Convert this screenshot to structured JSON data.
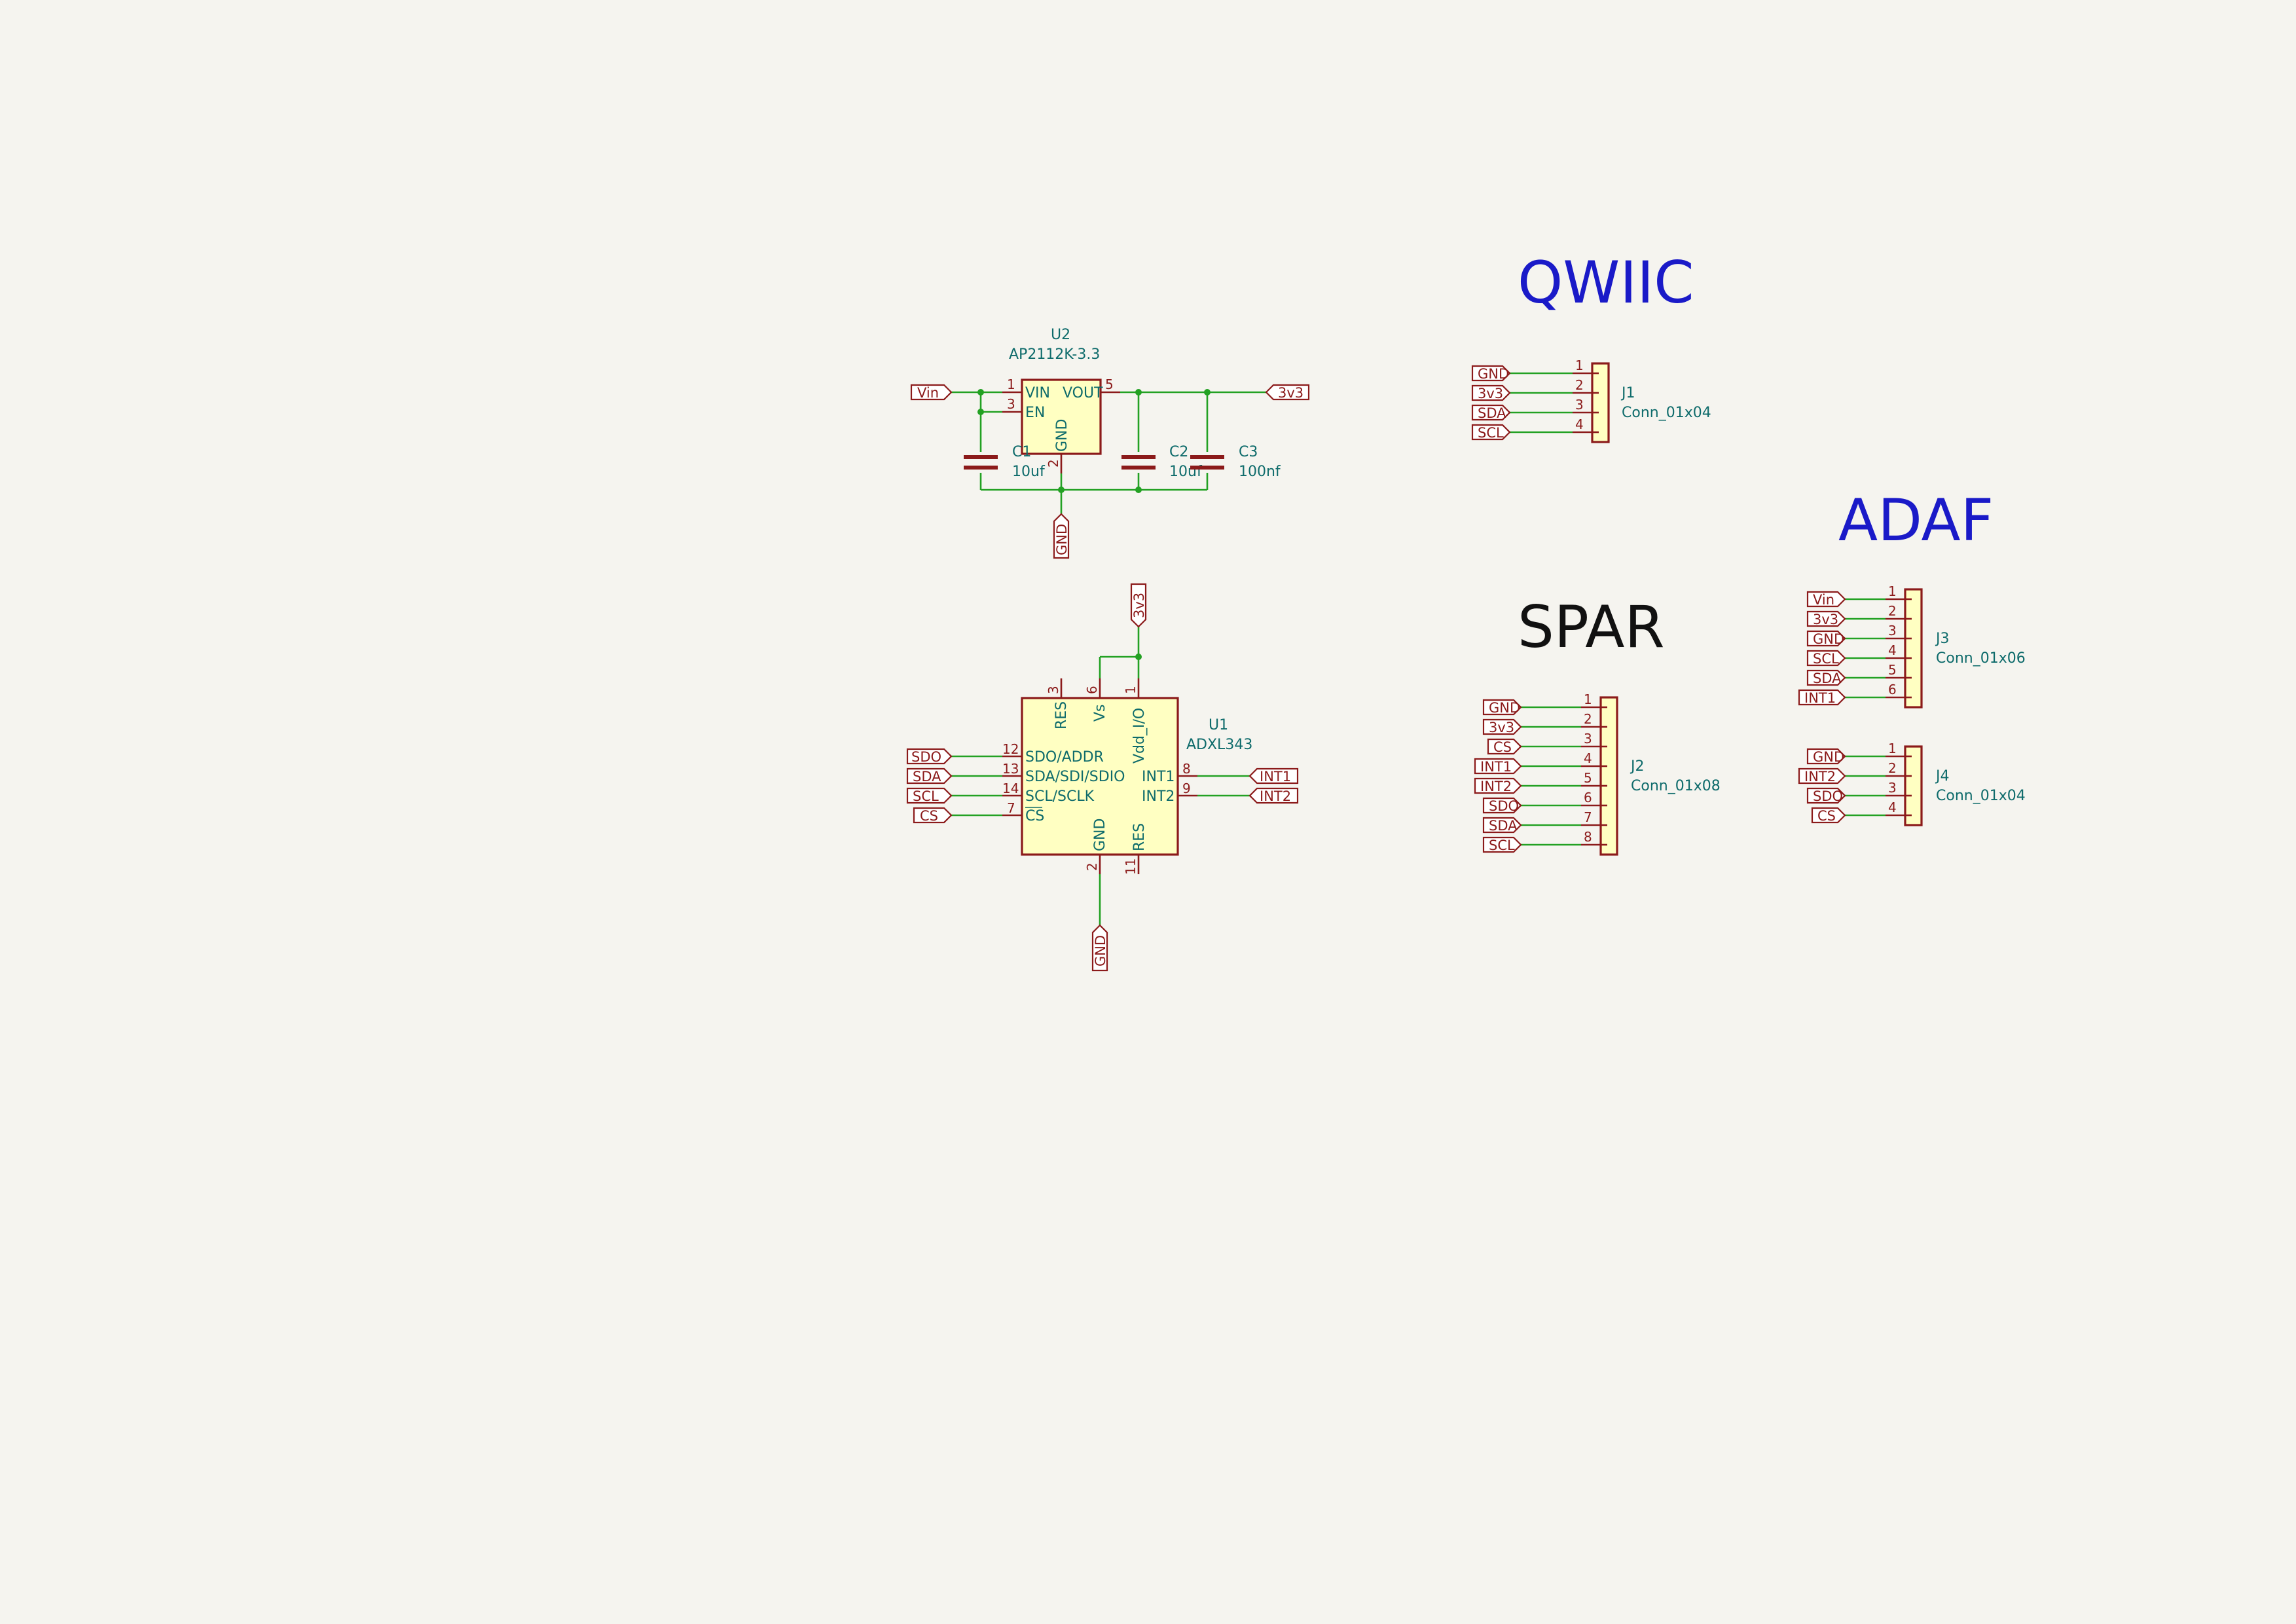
{
  "headings": {
    "qwiic": "QWIIC",
    "spar": "SPAR",
    "adaf": "ADAF"
  },
  "u2": {
    "ref": "U2",
    "value": "AP2112K-3.3",
    "pins": {
      "vin": "VIN",
      "vout": "VOUT",
      "en": "EN",
      "gnd": "GND"
    },
    "pin_numbers": {
      "vin": "1",
      "en": "3",
      "vout": "5",
      "gnd": "2"
    }
  },
  "caps": {
    "c1": {
      "ref": "C1",
      "value": "10uf"
    },
    "c2": {
      "ref": "C2",
      "value": "10uf"
    },
    "c3": {
      "ref": "C3",
      "value": "100nf"
    }
  },
  "u1": {
    "ref": "U1",
    "value": "ADXL343",
    "pins": {
      "res_top": "RES",
      "vs": "Vs",
      "vdd": "Vdd_I/O",
      "sdo": "SDO/ADDR",
      "sda": "SDA/SDI/SDIO",
      "scl": "SCL/SCLK",
      "cs": "CS",
      "int1": "INT1",
      "int2": "INT2",
      "gnd": "GND",
      "res_bottom": "RES"
    },
    "pin_numbers": {
      "res_top": "3",
      "vs": "6",
      "vdd": "1",
      "sdo": "12",
      "sda": "13",
      "scl": "14",
      "cs": "7",
      "int1": "8",
      "int2": "9",
      "gnd": "2",
      "res_bottom": "11"
    }
  },
  "nets": {
    "vin": "Vin",
    "v3": "3v3",
    "gnd": "GND",
    "sdo": "SDO",
    "sda": "SDA",
    "scl": "SCL",
    "cs": "CS",
    "int1": "INT1",
    "int2": "INT2"
  },
  "connectors": {
    "j1": {
      "ref": "J1",
      "value": "Conn_01x04",
      "nets": [
        "GND",
        "3v3",
        "SDA",
        "SCL"
      ],
      "pins": [
        "1",
        "2",
        "3",
        "4"
      ]
    },
    "j2": {
      "ref": "J2",
      "value": "Conn_01x08",
      "nets": [
        "GND",
        "3v3",
        "CS",
        "INT1",
        "INT2",
        "SDO",
        "SDA",
        "SCL"
      ],
      "pins": [
        "1",
        "2",
        "3",
        "4",
        "5",
        "6",
        "7",
        "8"
      ]
    },
    "j3": {
      "ref": "J3",
      "value": "Conn_01x06",
      "nets": [
        "Vin",
        "3v3",
        "GND",
        "SCL",
        "SDA",
        "INT1"
      ],
      "pins": [
        "1",
        "2",
        "3",
        "4",
        "5",
        "6"
      ]
    },
    "j4": {
      "ref": "J4",
      "value": "Conn_01x04",
      "nets": [
        "GND",
        "INT2",
        "SDO",
        "CS"
      ],
      "pins": [
        "1",
        "2",
        "3",
        "4"
      ]
    }
  }
}
